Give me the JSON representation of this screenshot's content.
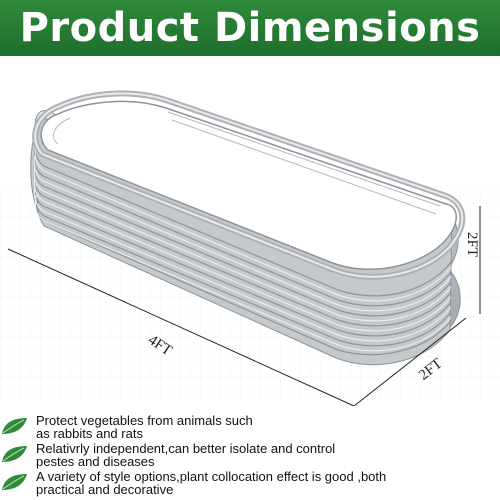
{
  "banner": {
    "title": "Product Dimensions",
    "color": "#2a7d36"
  },
  "product": {
    "metal_color": "#c3c7cb"
  },
  "dimensions": {
    "length": "4FT",
    "width": "2FT",
    "height": "2FT"
  },
  "features": [
    {
      "icon": "leaf-icon",
      "line1": "Protect vegetables from animals such",
      "line2": "as rabbits and rats"
    },
    {
      "icon": "leaf-icon",
      "line1": "Relativrly independent,can better isolate and control",
      "line2": "pestes and diseases"
    },
    {
      "icon": "leaf-icon",
      "line1": "A variety of style options,plant collocation effect  is good ,both",
      "line2": "practical and decorative"
    }
  ]
}
